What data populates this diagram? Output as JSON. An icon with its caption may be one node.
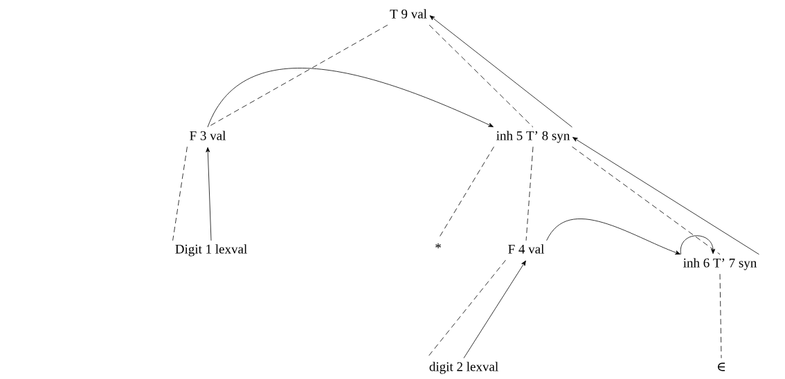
{
  "diagram": {
    "nodes": [
      {
        "text": [
          "T   9   val"
        ]
      },
      {
        "text": [
          "F   3   val"
        ]
      },
      {
        "text": [
          "inh  5  T’  8  syn"
        ]
      },
      {
        "text": [
          "Digit    1  lexval"
        ]
      },
      {
        "text": [
          "*"
        ]
      },
      {
        "text": [
          "F   4   val"
        ]
      },
      {
        "text": [
          "inh 6  T’  7 syn"
        ]
      },
      {
        "text": [
          "digit  2  lexval"
        ]
      },
      {
        "text": [
          "∈"
        ]
      }
    ],
    "edges": [
      {
        "from": 3,
        "to": 1,
        "arrow": "to"
      },
      {
        "from": 1,
        "to": 2,
        "arrow": "to"
      },
      {
        "from": 7,
        "to": 5,
        "arrow": "to"
      },
      {
        "from": 5,
        "to": 6,
        "arrow": "to"
      },
      {
        "from": 6,
        "to": 6,
        "arrow": "to"
      },
      {
        "from": 6,
        "to": 2,
        "arrow": "to"
      },
      {
        "from": 2,
        "to": 0,
        "arrow": "to"
      },
      {
        "from": 0,
        "to": 1,
        "arrow": "none",
        "style": "dashed"
      },
      {
        "from": 0,
        "to": 2,
        "arrow": "none",
        "style": "dashed"
      },
      {
        "from": 1,
        "to": 3,
        "arrow": "none",
        "style": "dashed"
      },
      {
        "from": 2,
        "to": 4,
        "arrow": "none",
        "style": "dashed"
      },
      {
        "from": 2,
        "to": 5,
        "arrow": "none",
        "style": "dashed"
      },
      {
        "from": 2,
        "to": 6,
        "arrow": "none",
        "style": "dashed"
      },
      {
        "from": 5,
        "to": 7,
        "arrow": "none",
        "style": "dashed"
      },
      {
        "from": 6,
        "to": 8,
        "arrow": "none",
        "style": "dashed"
      }
    ]
  }
}
